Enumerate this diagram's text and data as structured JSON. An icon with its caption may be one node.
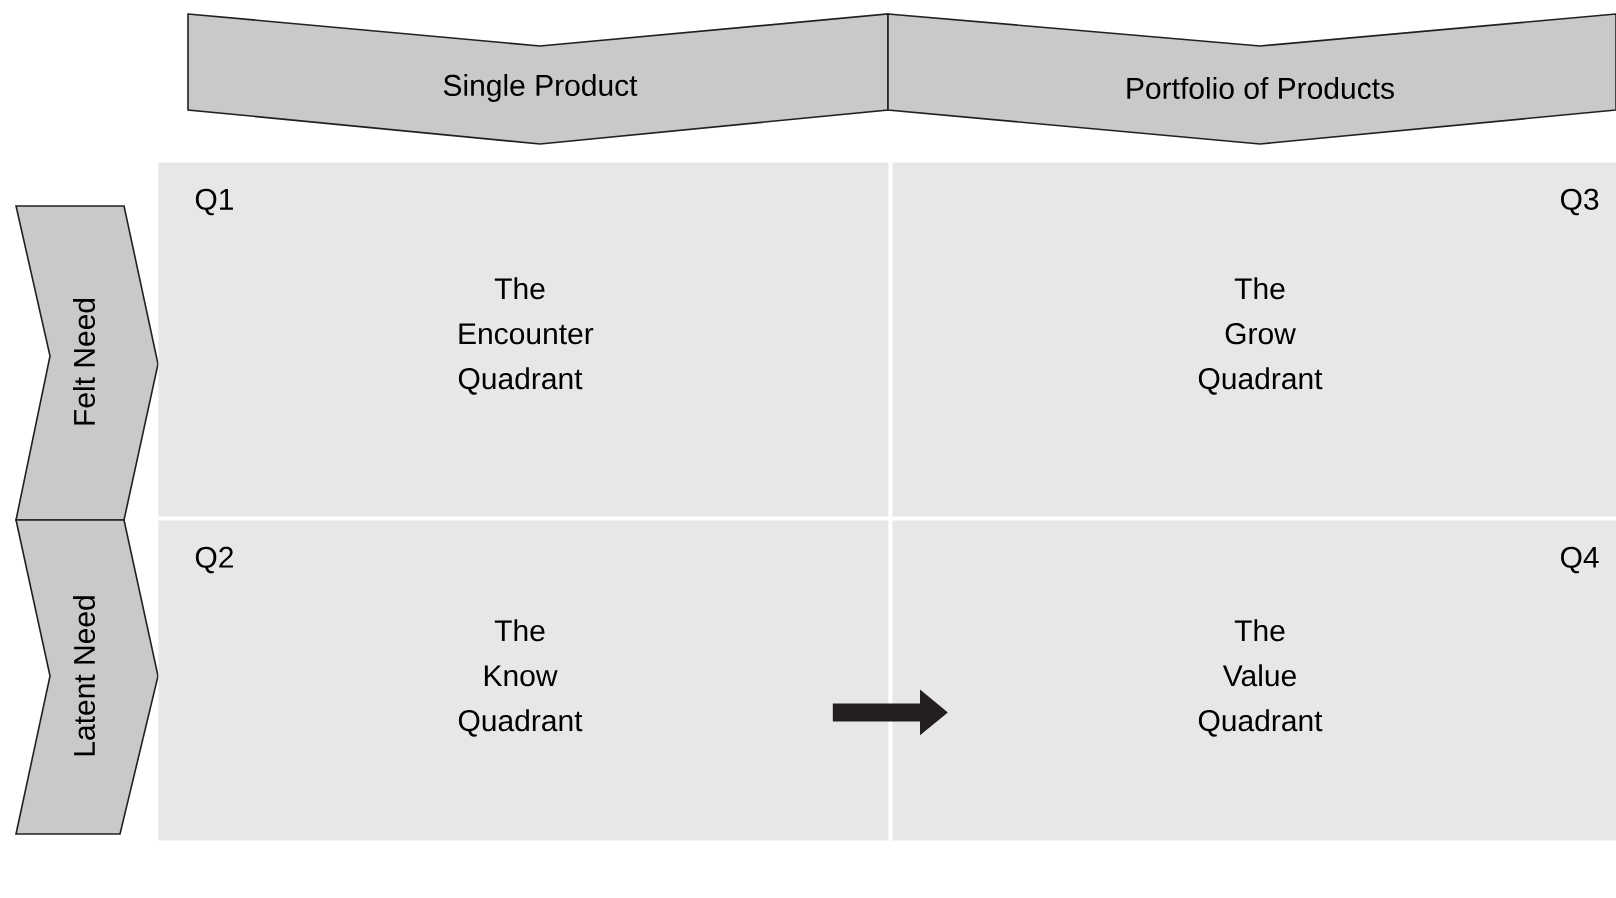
{
  "diagram": {
    "nodes": [
      {
        "text": [
          "Single Product"
        ]
      },
      {
        "text": [
          "Portfolio of Products"
        ]
      },
      {
        "text": [
          "Felt Need"
        ]
      },
      {
        "text": [
          "Latent Need"
        ]
      },
      {
        "text": [
          "Q1",
          "The Encounter Quadrant"
        ]
      },
      {
        "text": [
          "Q3",
          "The Grow Quadrant"
        ]
      },
      {
        "text": [
          "Q2",
          "The Know Quadrant"
        ]
      },
      {
        "text": [
          "Q4",
          "The Value Quadrant"
        ]
      }
    ],
    "edges": [
      {
        "from": 6,
        "to": 7,
        "arrow": "to"
      }
    ]
  }
}
